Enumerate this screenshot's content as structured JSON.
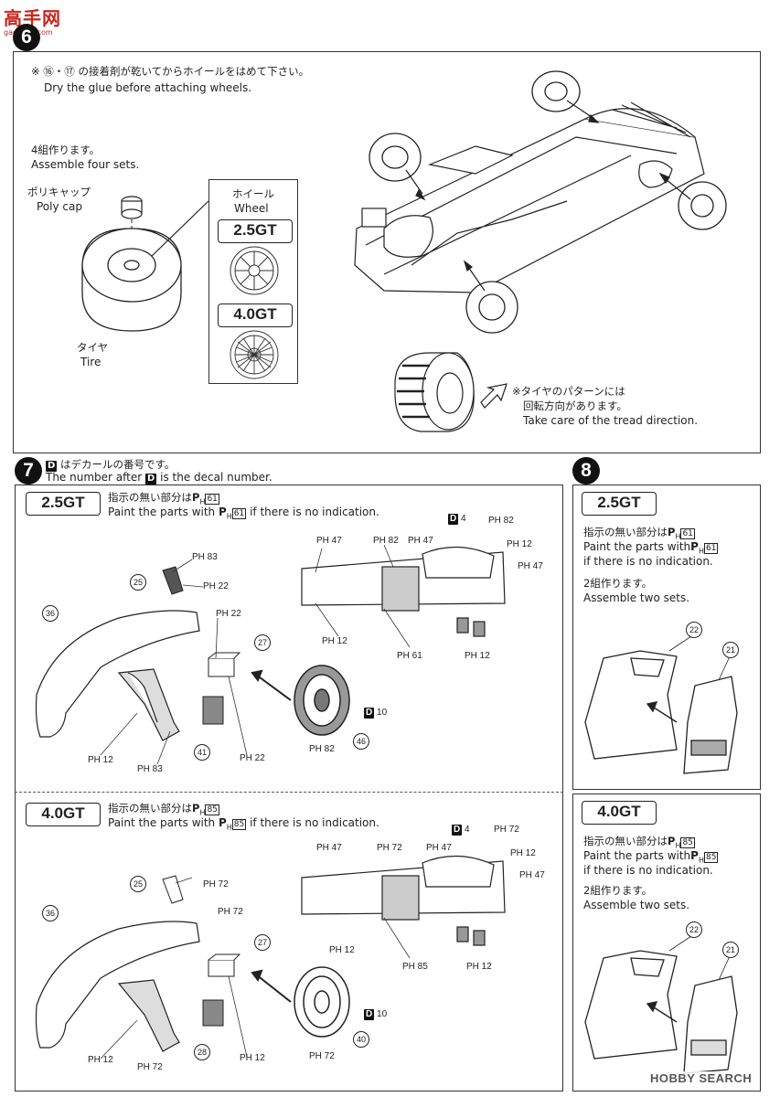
{
  "header": {
    "logo_text": "高手网",
    "logo_sub": "gaoshou.com"
  },
  "step6": {
    "number": "6",
    "note_jp": "※ ⑯・⑰ の接着剤が乾いてからホイールをはめて下さい。",
    "note_en": "Dry the glue before attaching wheels.",
    "sets_jp": "4組作ります。",
    "sets_en": "Assemble four sets.",
    "polycap_jp": "ポリキャップ",
    "polycap_en": "Poly cap",
    "tire_jp": "タイヤ",
    "tire_en": "Tire",
    "wheel_jp": "ホイール",
    "wheel_en": "Wheel",
    "variant_a": "2.5GT",
    "variant_b": "4.0GT",
    "tread_jp_1": "※タイヤのパターンには",
    "tread_jp_2": "回転方向があります。",
    "tread_en": "Take care of the tread direction."
  },
  "step7": {
    "number": "7",
    "decal_jp": "はデカールの番号です。",
    "decal_en_pre": "The number after",
    "decal_en_post": "is the decal number.",
    "decal_icon": "D",
    "section_a": {
      "tag": "2.5GT",
      "paint_jp": "指示の無い部分は",
      "paint_en_pre": "Paint the parts with",
      "paint_en_post": "if there is no indication.",
      "default_color": "61",
      "refs": [
        "PH 83",
        "PH 22",
        "PH 22",
        "PH 12",
        "PH 83",
        "PH 22",
        "PH 82",
        "PH 47",
        "PH 82",
        "PH 47",
        "PH 82",
        "PH 12",
        "PH 47",
        "PH 12",
        "PH 61",
        "PH 12"
      ],
      "parts": [
        "25",
        "36",
        "27",
        "41",
        "46",
        "10",
        "4"
      ]
    },
    "section_b": {
      "tag": "4.0GT",
      "paint_jp": "指示の無い部分は",
      "paint_en_pre": "Paint the parts with",
      "paint_en_post": "if there is no indication.",
      "default_color": "85",
      "refs": [
        "PH 72",
        "PH 72",
        "PH 12",
        "PH 72",
        "PH 12",
        "PH 72",
        "PH 47",
        "PH 72",
        "PH 47",
        "PH 72",
        "PH 12",
        "PH 47",
        "PH 12",
        "PH 85",
        "PH 12"
      ],
      "parts": [
        "25",
        "36",
        "27",
        "28",
        "40",
        "10",
        "4"
      ]
    }
  },
  "step8": {
    "number": "8",
    "section_a": {
      "tag": "2.5GT",
      "paint_jp": "指示の無い部分は",
      "paint_en_1": "Paint the parts with",
      "paint_en_2": "if there is no indication.",
      "color": "61",
      "sets_jp": "2組作ります。",
      "sets_en": "Assemble two sets."
    },
    "section_b": {
      "tag": "4.0GT",
      "paint_jp": "指示の無い部分は",
      "paint_en_1": "Paint the parts with",
      "paint_en_2": "if there is no indication.",
      "color": "85",
      "sets_jp": "2組作ります。",
      "sets_en": "Assemble two sets."
    },
    "parts": [
      "22",
      "21"
    ]
  },
  "watermark": "HOBBY SEARCH",
  "ph_prefix": "P",
  "ph_sub": "H"
}
